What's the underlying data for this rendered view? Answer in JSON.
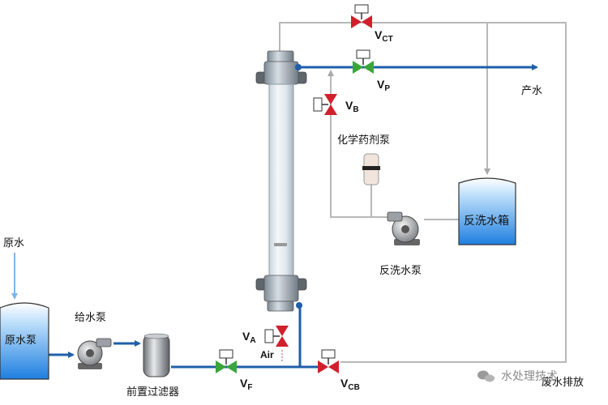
{
  "labels": {
    "raw_water": "原水",
    "raw_water_tank": "原水泵",
    "feed_pump": "给水泵",
    "prefilter": "前置过滤器",
    "product_water": "产水",
    "chemical_pump": "化学药剂泵",
    "backwash_tank": "反洗水箱",
    "backwash_pump": "反洗水泵",
    "air": "Air",
    "drain": "废水排放"
  },
  "valves": {
    "vct": {
      "main": "V",
      "sub": "CT"
    },
    "vp": {
      "main": "V",
      "sub": "P"
    },
    "vb": {
      "main": "V",
      "sub": "B"
    },
    "va": {
      "main": "V",
      "sub": "A"
    },
    "vf": {
      "main": "V",
      "sub": "F"
    },
    "vcb": {
      "main": "V",
      "sub": "CB"
    }
  },
  "watermark": {
    "text": "水处理技术"
  },
  "colors": {
    "water_line": "#1f5fa8",
    "thin_line": "#b8b8b8",
    "valve_red": "#d0202c",
    "valve_green": "#3aa63a",
    "tank_blue": "#3a8ee0"
  }
}
